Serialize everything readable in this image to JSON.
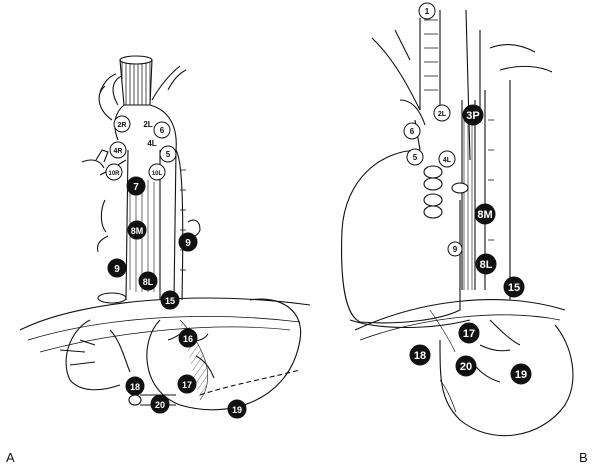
{
  "panels": [
    {
      "letter": "A",
      "labels": [
        {
          "text": "2R",
          "style": "open"
        },
        {
          "text": "2L",
          "style": "plain"
        },
        {
          "text": "6",
          "style": "open"
        },
        {
          "text": "4R",
          "style": "open"
        },
        {
          "text": "4L",
          "style": "plain"
        },
        {
          "text": "5",
          "style": "open"
        },
        {
          "text": "10R",
          "style": "open"
        },
        {
          "text": "10L",
          "style": "open"
        },
        {
          "text": "7",
          "style": "filled"
        },
        {
          "text": "8M",
          "style": "filled"
        },
        {
          "text": "9",
          "style": "filled"
        },
        {
          "text": "9",
          "style": "filled"
        },
        {
          "text": "8L",
          "style": "filled"
        },
        {
          "text": "15",
          "style": "filled"
        },
        {
          "text": "16",
          "style": "filled"
        },
        {
          "text": "18",
          "style": "filled"
        },
        {
          "text": "17",
          "style": "filled"
        },
        {
          "text": "20",
          "style": "filled"
        },
        {
          "text": "19",
          "style": "filled"
        }
      ]
    },
    {
      "letter": "B",
      "labels": [
        {
          "text": "1",
          "style": "open"
        },
        {
          "text": "2L",
          "style": "open"
        },
        {
          "text": "3P",
          "style": "filled"
        },
        {
          "text": "6",
          "style": "open"
        },
        {
          "text": "4L",
          "style": "open"
        },
        {
          "text": "5",
          "style": "open"
        },
        {
          "text": "8M",
          "style": "filled"
        },
        {
          "text": "9",
          "style": "open"
        },
        {
          "text": "8L",
          "style": "filled"
        },
        {
          "text": "15",
          "style": "filled"
        },
        {
          "text": "17",
          "style": "filled"
        },
        {
          "text": "18",
          "style": "filled"
        },
        {
          "text": "20",
          "style": "filled"
        },
        {
          "text": "19",
          "style": "filled"
        }
      ]
    }
  ],
  "colors": {
    "ink": "#111111",
    "paper": "#ffffff"
  }
}
